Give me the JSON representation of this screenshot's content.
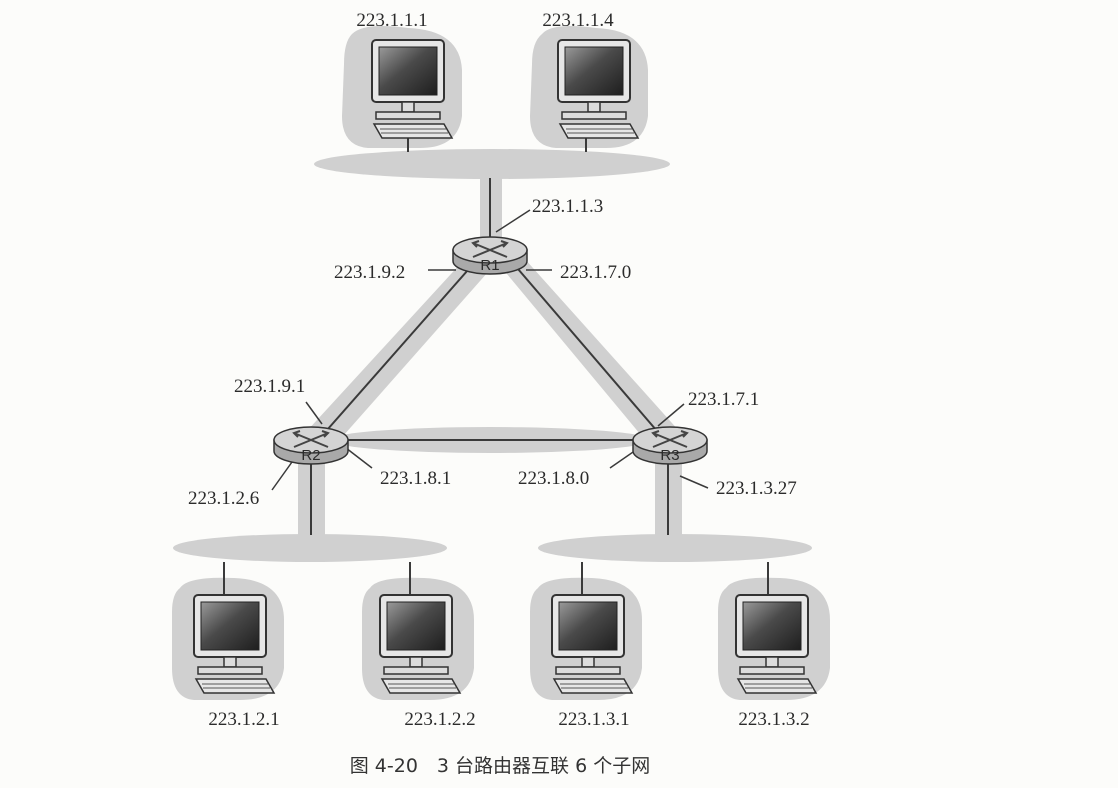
{
  "hosts": {
    "h1": "223.1.1.1",
    "h2": "223.1.1.4",
    "h3": "223.1.2.1",
    "h4": "223.1.2.2",
    "h5": "223.1.3.1",
    "h6": "223.1.3.2"
  },
  "routers": {
    "r1": "R1",
    "r2": "R2",
    "r3": "R3"
  },
  "interfaces": {
    "r1_top": "223.1.1.3",
    "r1_left": "223.1.9.2",
    "r1_right": "223.1.7.0",
    "r2_top": "223.1.9.1",
    "r2_right": "223.1.8.1",
    "r2_bottom": "223.1.2.6",
    "r3_top": "223.1.7.1",
    "r3_left": "223.1.8.0",
    "r3_bottom": "223.1.3.27"
  },
  "caption": "图 4-20　3 台路由器互联 6 个子网",
  "colors": {
    "subnet": "#d0d0d0",
    "line": "#3a3a3a",
    "router": "#c9c9c9"
  }
}
